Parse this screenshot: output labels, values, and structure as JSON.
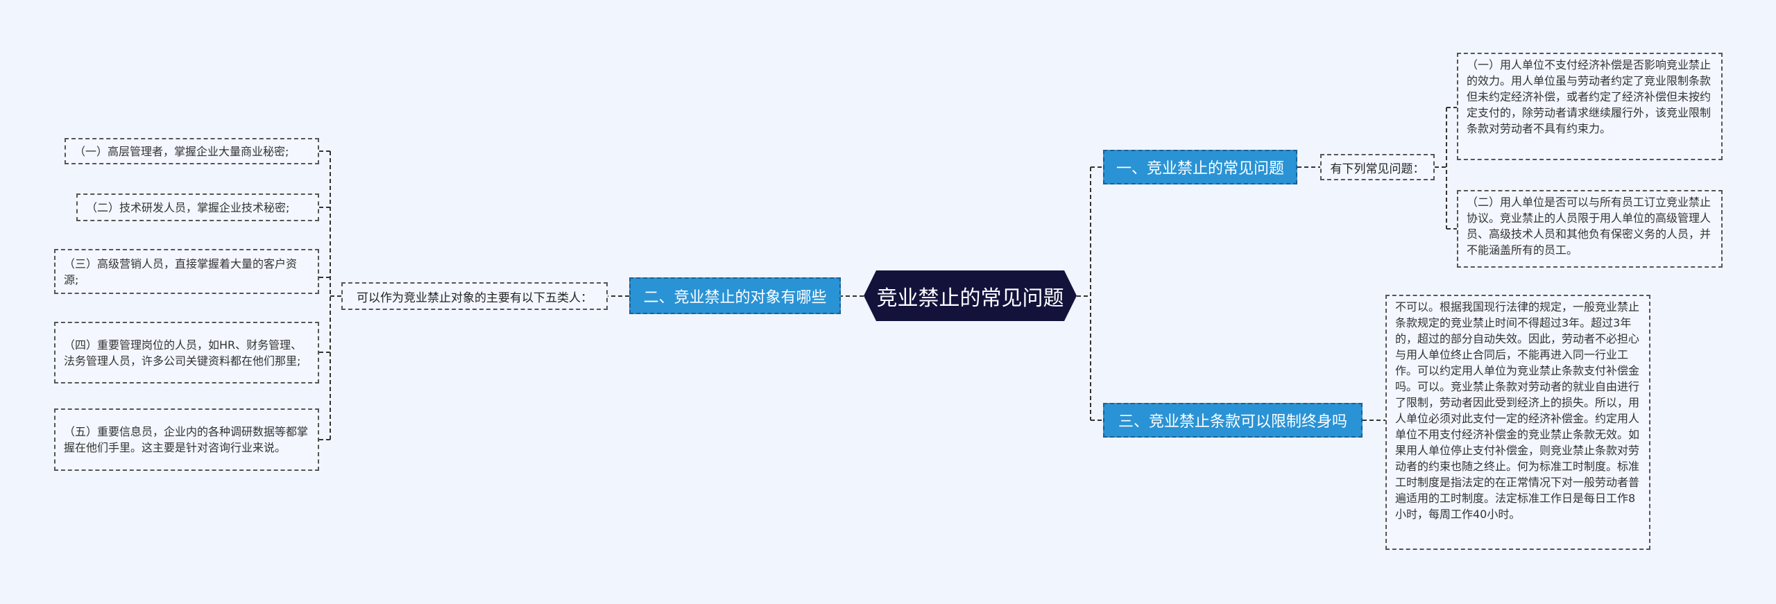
{
  "root": {
    "label": "竞业禁止的常见问题"
  },
  "branches": [
    {
      "label": "一、竞业禁止的常见问题",
      "connector": "有下列常见问题：",
      "leaves": [
        "（一）用人单位不支付经济补偿是否影响竞业禁止的效力。用人单位虽与劳动者约定了竞业限制条款但未约定经济补偿，或者约定了经济补偿但未按约定支付的，除劳动者请求继续履行外，该竞业限制条款对劳动者不具有约束力。",
        "（二）用人单位是否可以与所有员工订立竞业禁止协议。竞业禁止的人员限于用人单位的高级管理人员、高级技术人员和其他负有保密义务的人员，并不能涵盖所有的员工。"
      ]
    },
    {
      "label": "二、竞业禁止的对象有哪些",
      "connector": "可以作为竞业禁止对象的主要有以下五类人：",
      "leaves": [
        "（一）高层管理者，掌握企业大量商业秘密;",
        "（二）技术研发人员，掌握企业技术秘密;",
        "（三）高级营销人员，直接掌握着大量的客户资源;",
        "（四）重要管理岗位的人员，如HR、财务管理、法务管理人员，许多公司关键资料都在他们那里;",
        "（五）重要信息员，企业内的各种调研数据等都掌握在他们手里。这主要是针对咨询行业来说。"
      ]
    },
    {
      "label": "三、竞业禁止条款可以限制终身吗",
      "leaves": [
        "不可以。根据我国现行法律的规定，一般竞业禁止条款规定的竞业禁止时间不得超过3年。超过3年的，超过的部分自动失效。因此，劳动者不必担心与用人单位终止合同后，不能再进入同一行业工作。可以约定用人单位为竞业禁止条款支付补偿金吗。可以。竞业禁止条款对劳动者的就业自由进行了限制，劳动者因此受到经济上的损失。所以，用人单位必须对此支付一定的经济补偿金。约定用人单位不用支付经济补偿金的竞业禁止条款无效。如果用人单位停止支付补偿金，则竞业禁止条款对劳动者的约束也随之终止。何为标准工时制度。标准工时制度是指法定的在正常情况下对一般劳动者普遍适用的工时制度。法定标准工作日是每日工作8小时，每周工作40小时。"
      ]
    }
  ],
  "colors": {
    "background": "#f1f5fd",
    "root_fill": "#13123b",
    "branch_fill": "#2a93d5",
    "leaf_fill": "#f4f7ff",
    "line": "#333333"
  }
}
